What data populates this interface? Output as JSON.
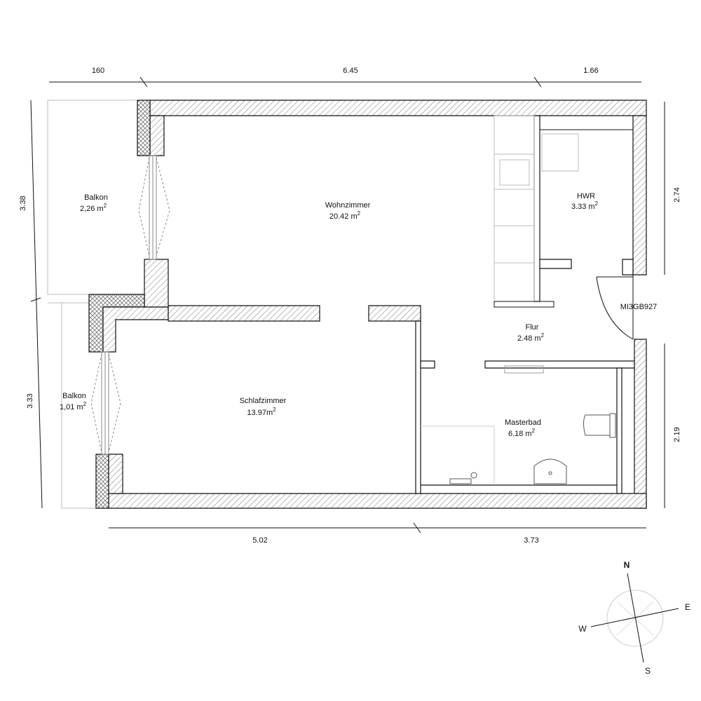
{
  "rooms": {
    "balkon_top": {
      "name": "Balkon",
      "area": "2,26 m",
      "unit_sup": "2"
    },
    "wohnzimmer": {
      "name": "Wohnzimmer",
      "area": "20.42 m",
      "unit_sup": "2"
    },
    "hwr": {
      "name": "HWR",
      "area": "3.33 m",
      "unit_sup": "2"
    },
    "balkon_bottom": {
      "name": "Balkon",
      "area": "1,01  m",
      "unit_sup": "2"
    },
    "schlafzimmer": {
      "name": "Schlafzimmer",
      "area": "13.97m",
      "unit_sup": "2"
    },
    "flur": {
      "name": "Flur",
      "area": "2.48 m",
      "unit_sup": "2"
    },
    "masterbad": {
      "name": "Masterbad",
      "area": "6.18 m",
      "unit_sup": "2"
    }
  },
  "door_code": "MI3GB927",
  "dimensions": {
    "top": [
      "160",
      "6.45",
      "1.66"
    ],
    "bottom": [
      "5.02",
      "3.73"
    ],
    "left": [
      "3.38",
      "3.33"
    ],
    "right": [
      "2.74",
      "2.19"
    ]
  },
  "compass": {
    "n": "N",
    "e": "E",
    "s": "S",
    "w": "W"
  },
  "colors": {
    "line": "#111111",
    "hatch": "#777777",
    "light": "#bbbbbb"
  }
}
